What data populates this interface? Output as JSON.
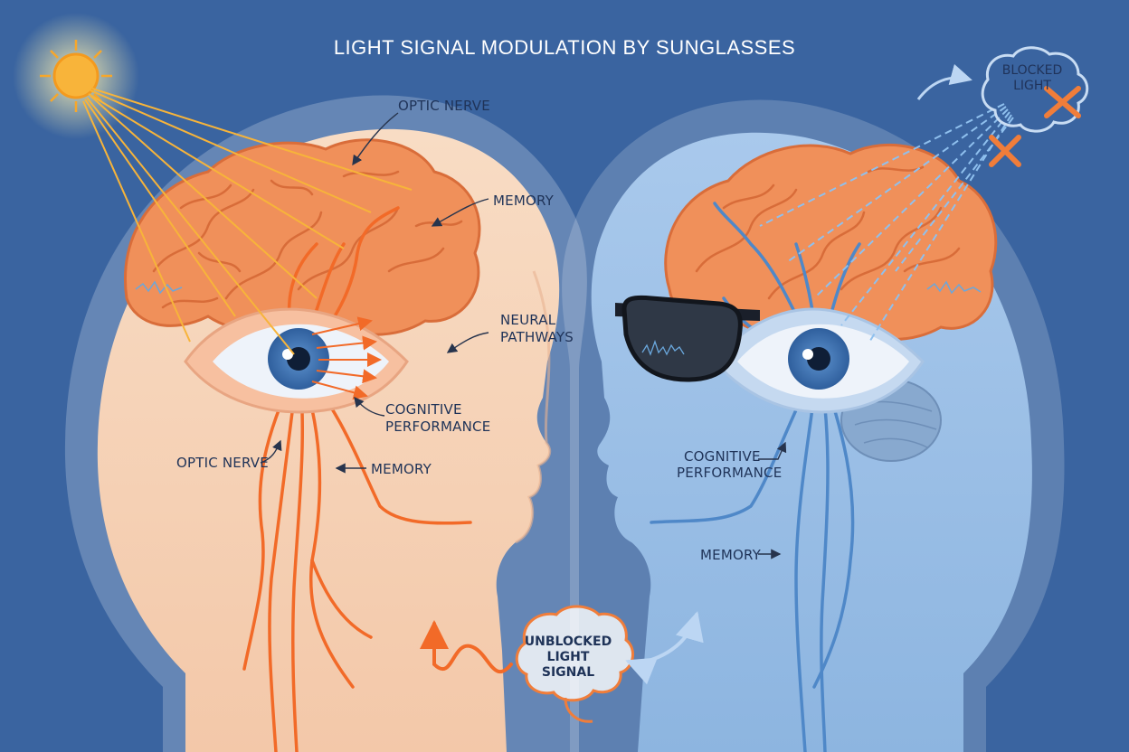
{
  "title": "LIGHT SIGNAL MODULATION BY SUNGLASSES",
  "left_head": {
    "labels": {
      "optic_nerve_top": "OPTIC NERVE",
      "memory_top": "MEMORY",
      "neural_pathways_line1": "NEURAL",
      "neural_pathways_line2": "PATHWAYS",
      "cognitive_line1": "COGNITIVE",
      "cognitive_line2": "PERFORMANCE",
      "optic_nerve_bottom": "OPTIC NERVE",
      "memory_bottom": "MEMORY"
    }
  },
  "right_head": {
    "labels": {
      "cognitive_line1": "COGNITIVE",
      "cognitive_line2": "PERFORMANCE",
      "memory": "MEMORY"
    },
    "blocked_line1": "BLOCKED",
    "blocked_line2": "LIGHT"
  },
  "center_badge": {
    "line1": "UNBLOCKED",
    "line2": "LIGHT",
    "line3": "SIGNAL"
  },
  "colors": {
    "background": "#3a64a0",
    "warm_head": "#f6d3b8",
    "cool_head": "#9cc0e6",
    "brain": "#f0905a",
    "nerve_warm": "#f26a28",
    "nerve_cool": "#4f88c8",
    "sun": "#f7a72a",
    "cross": "#f07d3a"
  }
}
